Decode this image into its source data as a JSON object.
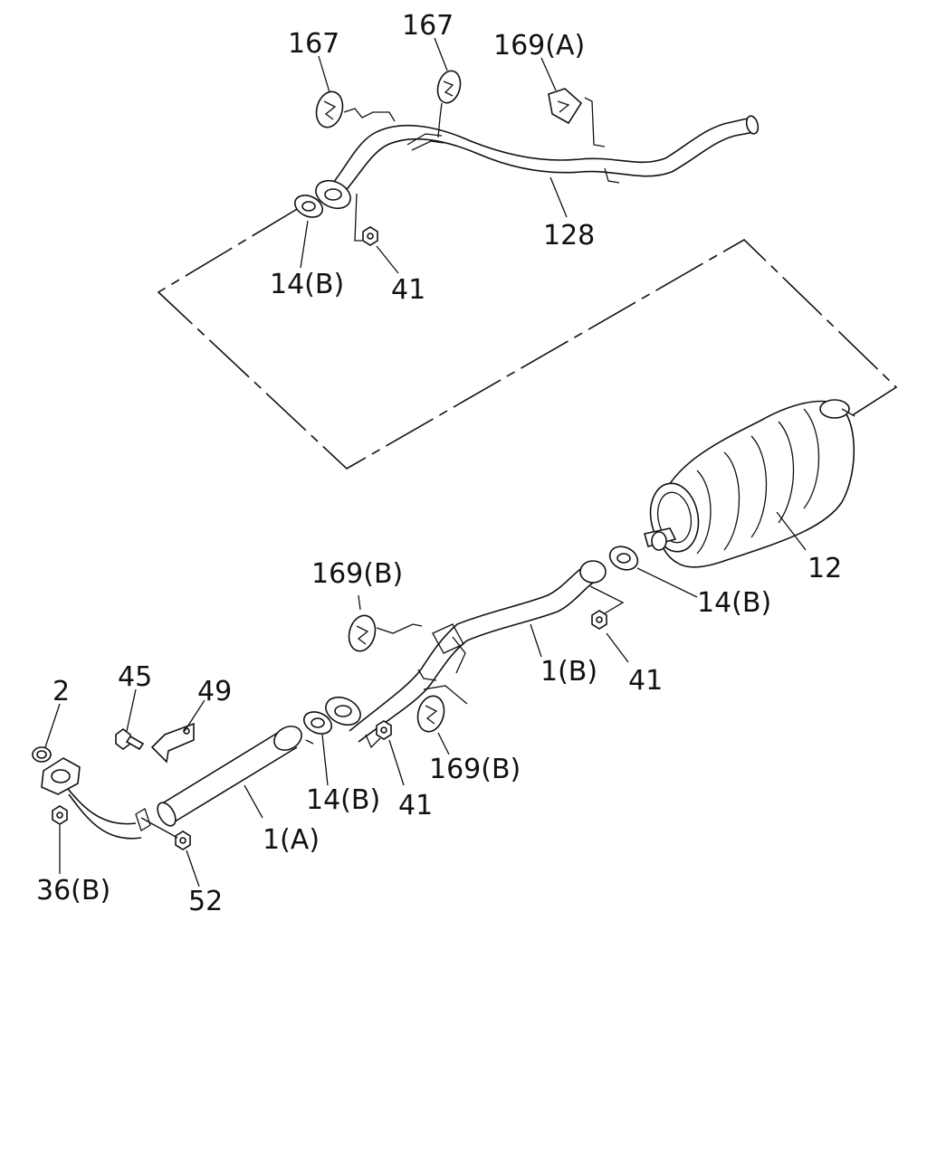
{
  "callouts": {
    "c167a": "167",
    "c167b": "167",
    "c169a": "169(A)",
    "c128": "128",
    "c14b_top": "14(B)",
    "c41_top": "41",
    "c12": "12",
    "c14b_muffler": "14(B)",
    "c41_right": "41",
    "c1b": "1(B)",
    "c169b_left": "169(B)",
    "c169b_right": "169(B)",
    "c14b_mid": "14(B)",
    "c41_mid": "41",
    "c1a": "1(A)",
    "c2": "2",
    "c45": "45",
    "c49": "49",
    "c36b": "36(B)",
    "c52": "52"
  }
}
